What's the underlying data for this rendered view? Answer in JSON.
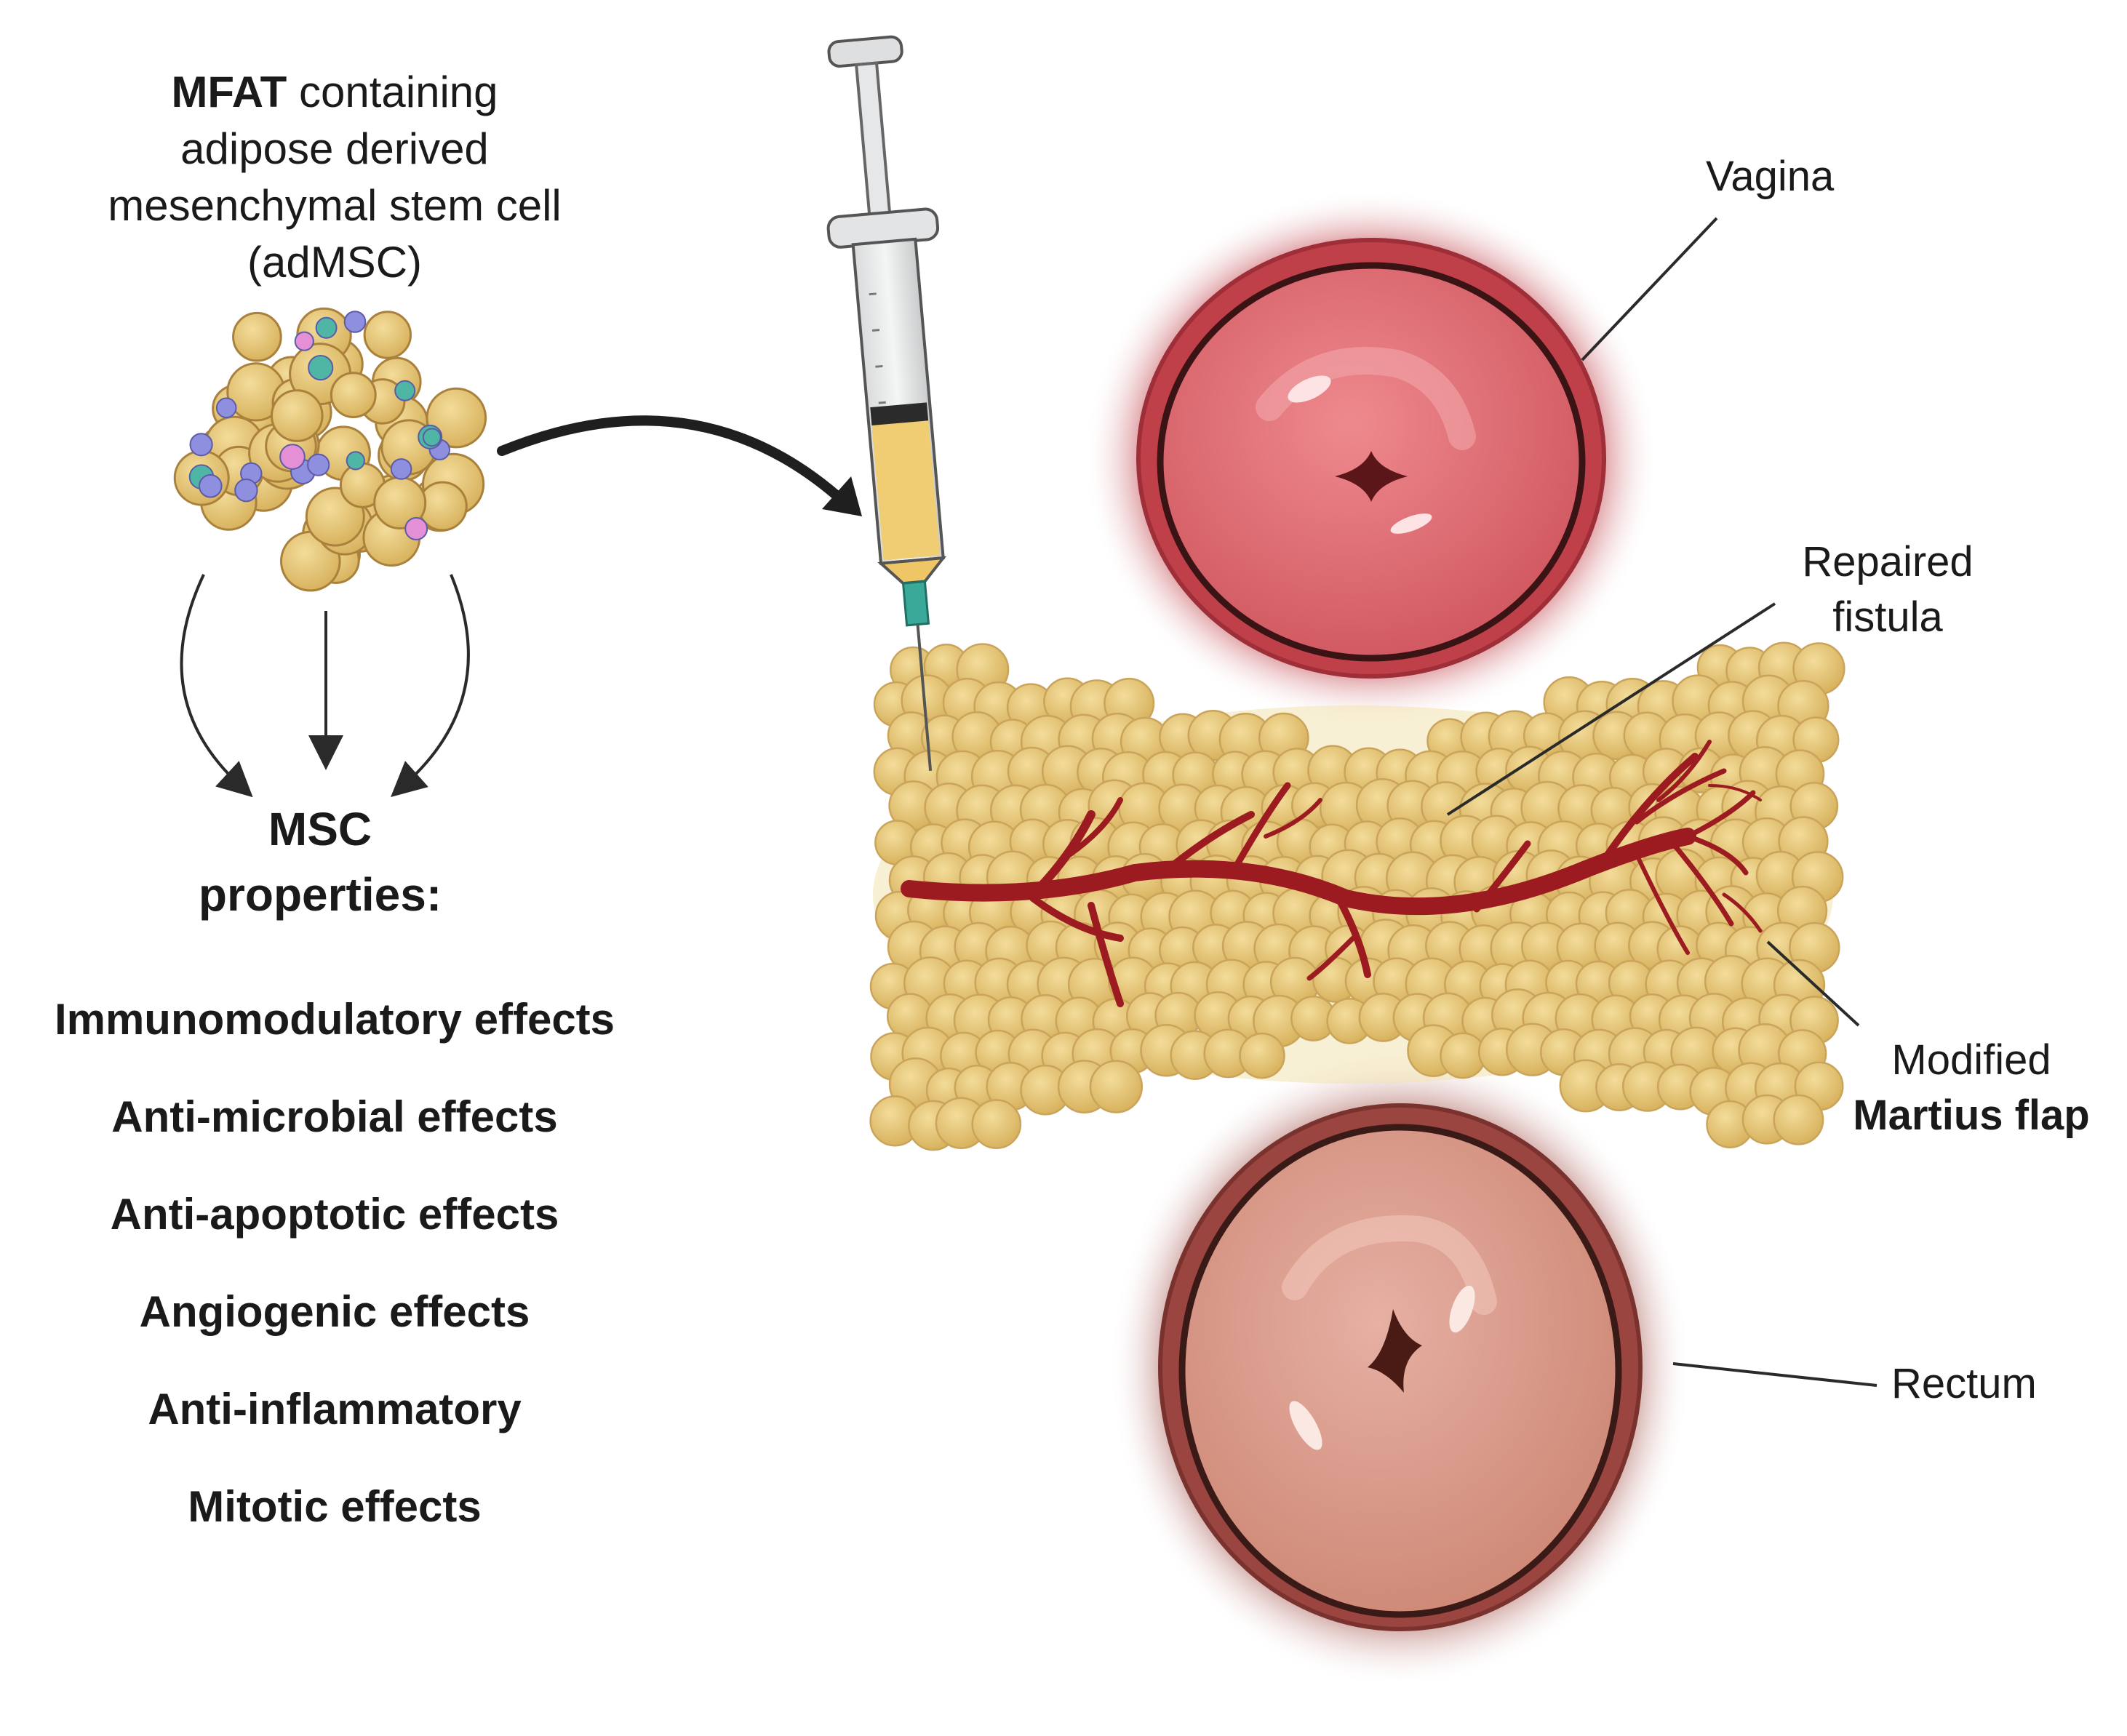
{
  "mfat_title": {
    "bold": "MFAT",
    "line1_rest": " containing",
    "line2": "adipose derived",
    "line3": "mesenchymal stem cell",
    "line4": "(adMSC)"
  },
  "msc_heading": {
    "line1": "MSC",
    "line2": "properties:"
  },
  "effects": [
    "Immunomodulatory effects",
    "Anti-microbial effects",
    "Anti-apoptotic effects",
    "Angiogenic effects",
    "Anti-inflammatory",
    "Mitotic effects"
  ],
  "labels": {
    "vagina": "Vagina",
    "repaired_fistula_line1": "Repaired",
    "repaired_fistula_line2": "fistula",
    "martius_line1": "Modified",
    "martius_line2": "Martius flap",
    "rectum": "Rectum"
  },
  "icons": [
    "adipose-cluster-icon",
    "syringe-icon",
    "curved-arrow-icon",
    "vagina-cross-section-icon",
    "rectum-cross-section-icon",
    "martius-flap-icon",
    "blood-vessel-icon"
  ],
  "colors": {
    "fat": "#e8c97a",
    "fat_outline": "#b8924a",
    "vessel": "#9b1b20",
    "vagina": "#d9626a",
    "rectum": "#d4907f",
    "syringe_fluid": "#f0cc72",
    "needle_hub": "#3aa99a"
  }
}
